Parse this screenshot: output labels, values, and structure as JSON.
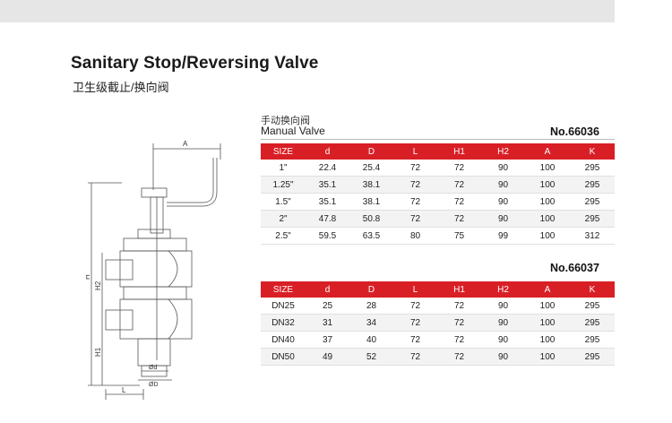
{
  "title": "Sanitary Stop/Reversing Valve",
  "subtitle": "卫生级截止/换向阀",
  "diagram": {
    "labels": {
      "A": "A",
      "H": "H",
      "H2": "H2",
      "H1": "H1",
      "d": "Ød",
      "D": "ØD",
      "L": "L"
    }
  },
  "section": {
    "caption_cn": "手动换向阀",
    "caption_en": "Manual Valve"
  },
  "table1": {
    "model": "No.66036",
    "headers": [
      "SIZE",
      "d",
      "D",
      "L",
      "H1",
      "H2",
      "A",
      "K"
    ],
    "rows": [
      [
        "1\"",
        "22.4",
        "25.4",
        "72",
        "72",
        "90",
        "100",
        "295"
      ],
      [
        "1.25\"",
        "35.1",
        "38.1",
        "72",
        "72",
        "90",
        "100",
        "295"
      ],
      [
        "1.5\"",
        "35.1",
        "38.1",
        "72",
        "72",
        "90",
        "100",
        "295"
      ],
      [
        "2\"",
        "47.8",
        "50.8",
        "72",
        "72",
        "90",
        "100",
        "295"
      ],
      [
        "2.5\"",
        "59.5",
        "63.5",
        "80",
        "75",
        "99",
        "100",
        "312"
      ]
    ]
  },
  "table2": {
    "model": "No.66037",
    "headers": [
      "SIZE",
      "d",
      "D",
      "L",
      "H1",
      "H2",
      "A",
      "K"
    ],
    "rows": [
      [
        "DN25",
        "25",
        "28",
        "72",
        "72",
        "90",
        "100",
        "295"
      ],
      [
        "DN32",
        "31",
        "34",
        "72",
        "72",
        "90",
        "100",
        "295"
      ],
      [
        "DN40",
        "37",
        "40",
        "72",
        "72",
        "90",
        "100",
        "295"
      ],
      [
        "DN50",
        "49",
        "52",
        "72",
        "72",
        "90",
        "100",
        "295"
      ]
    ]
  },
  "colors": {
    "header_red": "#d91f26",
    "top_bar": "#e6e6e6",
    "alt_row": "#f3f3f3"
  }
}
